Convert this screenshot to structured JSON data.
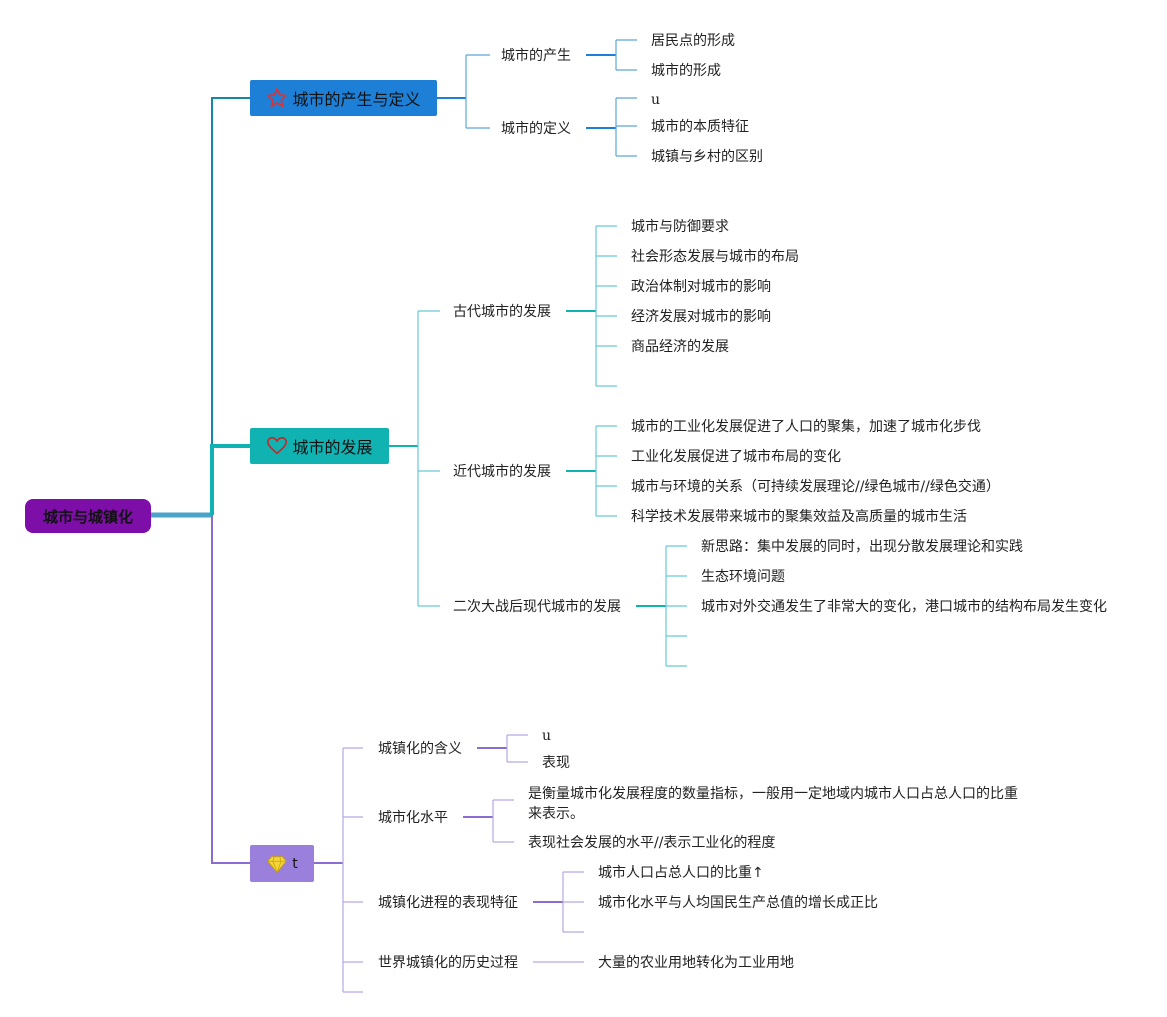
{
  "root": "城市与城镇化",
  "branches": [
    {
      "label": "城市的产生与定义",
      "icon": "star-icon",
      "color": "#1e7fd6",
      "children": [
        {
          "label": "城市的产生",
          "children": [
            "居民点的形成",
            "城市的形成"
          ]
        },
        {
          "label": "城市的定义",
          "children": [
            "u",
            "城市的本质特征",
            "城镇与乡村的区别"
          ]
        }
      ]
    },
    {
      "label": "城市的发展",
      "icon": "heart-icon",
      "color": "#10b2b2",
      "children": [
        {
          "label": "古代城市的发展",
          "children": [
            "城市与防御要求",
            "社会形态发展与城市的布局",
            "政治体制对城市的影响",
            "经济发展对城市的影响",
            "商品经济的发展",
            ""
          ]
        },
        {
          "label": "近代城市的发展",
          "children": [
            "城市的工业化发展促进了人口的聚集，加速了城市化步伐",
            "工业化发展促进了城市布局的变化",
            "城市与环境的关系（可持续发展理论//绿色城市//绿色交通）",
            "科学技术发展带来城市的聚集效益及高质量的城市生活"
          ]
        },
        {
          "label": "二次大战后现代城市的发展",
          "children": [
            "新思路：集中发展的同时，出现分散发展理论和实践",
            "生态环境问题",
            "城市对外交通发生了非常大的变化，港口城市的结构布局发生变化",
            "",
            ""
          ]
        }
      ]
    },
    {
      "label": "t",
      "icon": "diamond-icon",
      "color": "#9b7fdc",
      "children": [
        {
          "label": "城镇化的含义",
          "children": [
            "u",
            "表现"
          ]
        },
        {
          "label": "城市化水平",
          "children": [
            "是衡量城市化发展程度的数量指标，一般用一定地域内城市人口占总人口的比重来表示。",
            "表现社会发展的水平//表示工业化的程度"
          ]
        },
        {
          "label": "城镇化进程的表现特征",
          "children": [
            "城市人口占总人口的比重↑",
            "城市化水平与人均国民生产总值的增长成正比",
            ""
          ]
        },
        {
          "label": "世界城镇化的历史过程",
          "children": [
            "大量的农业用地转化为工业用地"
          ]
        },
        {
          "label": "",
          "children": []
        }
      ]
    }
  ]
}
